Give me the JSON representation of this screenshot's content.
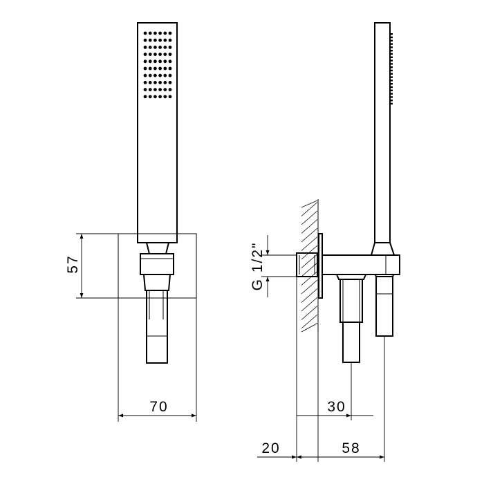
{
  "dimensions": {
    "plate_height": "57",
    "plate_width": "70",
    "thread_size": "G 1/2\"",
    "projection_to_hose": "30",
    "wall_offset": "20",
    "projection_to_holder": "58"
  }
}
